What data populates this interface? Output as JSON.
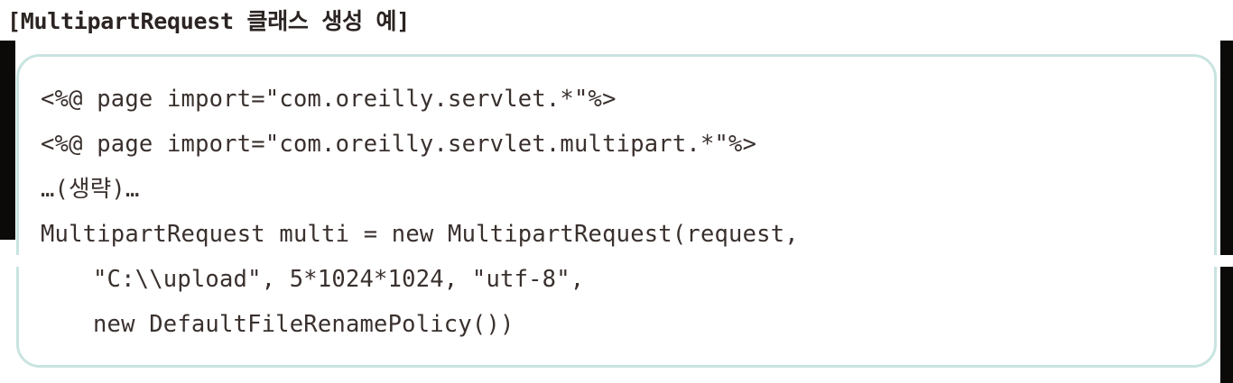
{
  "heading": {
    "text": "[MultipartRequest 클래스 생성 예]"
  },
  "code_block": {
    "language": "jsp",
    "border_color": "#c8e4e1",
    "text_color": "#39302d",
    "background_color": "#ffffff",
    "lines": [
      {
        "text": "<%@ page import=\"com.oreilly.servlet.*\"%>",
        "indent": false
      },
      {
        "text": "<%@ page import=\"com.oreilly.servlet.multipart.*\"%>",
        "indent": false
      },
      {
        "text": "…(생략)…",
        "indent": false
      },
      {
        "text": "MultipartRequest multi = new MultipartRequest(request,",
        "indent": false
      },
      {
        "text": "\"C:\\\\upload\", 5*1024*1024, \"utf-8\",",
        "indent": true
      },
      {
        "text": "new DefaultFileRenamePolicy())",
        "indent": true
      }
    ]
  },
  "scan_artifacts": {
    "edge_bar_color": "#0c0a09",
    "left_bar_label": "page-edge-shadow-left",
    "right_bar_label": "page-edge-shadow-right",
    "seam_label": "scan-seam"
  }
}
